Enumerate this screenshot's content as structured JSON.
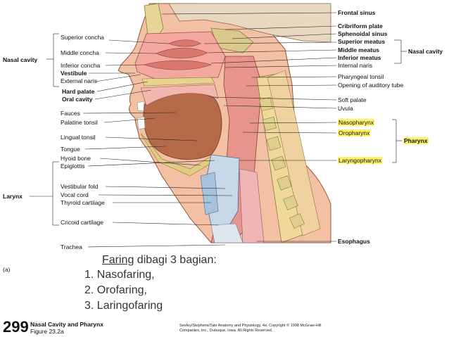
{
  "groups": {
    "nasal_cavity_left": "Nasal cavity",
    "larynx": "Larynx",
    "nasal_cavity_right": "Nasal cavity",
    "pharynx": "Pharynx"
  },
  "left_labels": [
    "Superior concha",
    "Middle concha",
    "Inferior concha",
    "Vestibule",
    "External naris",
    "Hard palate",
    "Oral cavity",
    "Fauces",
    "Palatine tonsil",
    "Lingual tonsil",
    "Tongue",
    "Hyoid bone",
    "Epiglottis",
    "Vestibular fold",
    "Vocal cord",
    "Thyroid cartilage",
    "Cricoid cartilage",
    "Trachea"
  ],
  "right_labels": [
    "Frontal sinus",
    "Cribriform plate",
    "Sphenoidal sinus",
    "Superior meatus",
    "Middle meatus",
    "Inferior meatus",
    "Internal naris",
    "Pharyngeal tonsil",
    "Opening of auditory tube",
    "Soft palate",
    "Uvula",
    "Nasopharynx",
    "Oropharynx",
    "Laryngopharynx",
    "Esophagus"
  ],
  "panel_label": "(a)",
  "caption": {
    "heading_underlined": "Faring",
    "heading_rest": " dibagi 3 bagian:",
    "items": [
      "1. Nasofaring,",
      "2. Orofaring,",
      "3. Laringofaring"
    ]
  },
  "footer": {
    "number": "299",
    "title": "Nasal Cavity and Pharynx",
    "figure": "Figure 23.2a",
    "credit": "Seeley/Stephens/Tate Anatomy and Physiology, 4e. Copyright © 1998 McGraw-Hill Companies, Inc., Dubuque, Iowa. All Rights Reserved."
  },
  "colors": {
    "highlight": "#fff36a",
    "tissue": "#f3c0a4",
    "bone": "#e6d596",
    "tongue": "#b56b4a"
  }
}
